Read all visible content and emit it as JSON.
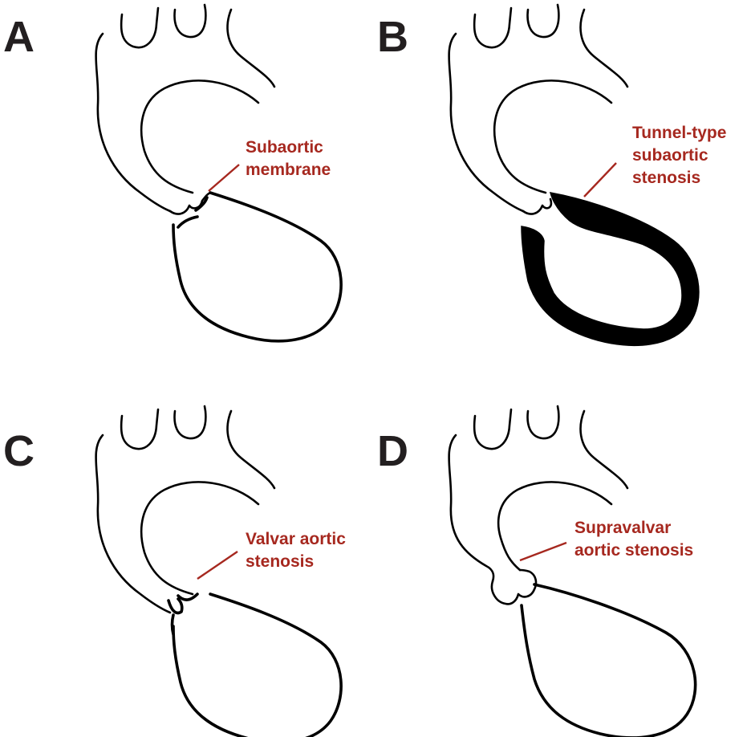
{
  "panels": [
    {
      "letter": "A",
      "label_lines": [
        "Subaortic",
        "membrane"
      ]
    },
    {
      "letter": "B",
      "label_lines": [
        "Tunnel-type",
        "subaortic",
        "stenosis"
      ]
    },
    {
      "letter": "C",
      "label_lines": [
        "Valvar aortic",
        "stenosis"
      ]
    },
    {
      "letter": "D",
      "label_lines": [
        "Supravalvar",
        "aortic stenosis"
      ]
    }
  ],
  "colors": {
    "label_red": "#a6281f",
    "outline": "#000000",
    "letter": "#231f20"
  }
}
